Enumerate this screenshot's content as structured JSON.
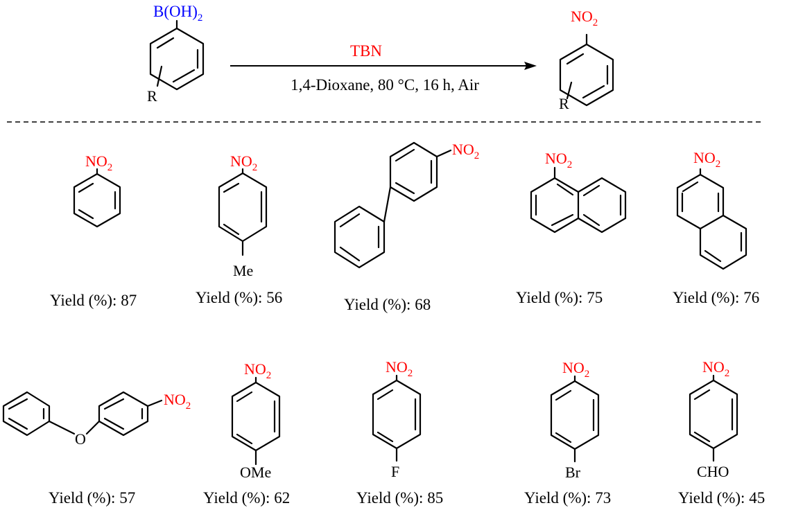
{
  "colors": {
    "accent": "#ff0000",
    "boron": "#0000ff",
    "ink": "#000000"
  },
  "reaction": {
    "reagent": "TBN",
    "conditions": "1,4-Dioxane, 80 °C, 16 h, Air",
    "reactant_group": "B(OH)",
    "reactant_group_sub": "2",
    "reactant_substituent": "R",
    "product_group": "NO",
    "product_group_sub": "2",
    "product_substituent": "R"
  },
  "products": [
    {
      "group": "NO",
      "group_sub": "2",
      "substituent": "",
      "yield_label": "Yield (%): 87"
    },
    {
      "group": "NO",
      "group_sub": "2",
      "substituent": "Me",
      "yield_label": "Yield (%): 56"
    },
    {
      "group": "NO",
      "group_sub": "2",
      "substituent": "",
      "yield_label": "Yield (%): 68"
    },
    {
      "group": "NO",
      "group_sub": "2",
      "substituent": "",
      "yield_label": "Yield (%): 75"
    },
    {
      "group": "NO",
      "group_sub": "2",
      "substituent": "",
      "yield_label": "Yield (%): 76"
    },
    {
      "group": "NO",
      "group_sub": "2",
      "substituent": "O",
      "yield_label": "Yield (%): 57"
    },
    {
      "group": "NO",
      "group_sub": "2",
      "substituent": "OMe",
      "yield_label": "Yield (%): 62"
    },
    {
      "group": "NO",
      "group_sub": "2",
      "substituent": "F",
      "yield_label": "Yield (%): 85"
    },
    {
      "group": "NO",
      "group_sub": "2",
      "substituent": "Br",
      "yield_label": "Yield (%): 73"
    },
    {
      "group": "NO",
      "group_sub": "2",
      "substituent": "CHO",
      "yield_label": "Yield (%): 45"
    }
  ]
}
